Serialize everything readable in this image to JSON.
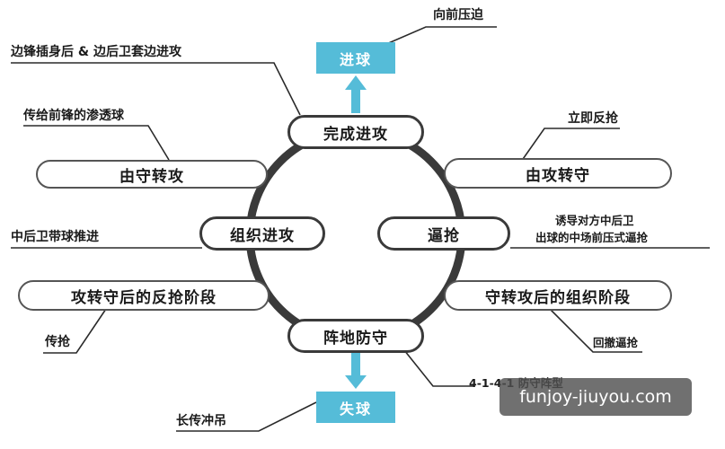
{
  "cycle": {
    "top": "完成进攻",
    "left": "组织进攻",
    "right": "逼抢",
    "bottom": "阵地防守"
  },
  "phases": {
    "attack_to_defense": "由攻转守",
    "defense_to_attack": "由守转攻",
    "counterpress_phase": "攻转守后的反抢阶段",
    "buildup_phase": "守转攻后的组织阶段"
  },
  "outcomes": {
    "goal": "进球",
    "loss": "失球"
  },
  "notes": {
    "forward_press": "向前压迫",
    "fullback_overlap": "边锋插身后 & 边后卫套边进攻",
    "through_ball": "传给前锋的渗透球",
    "immediate_counterpress": "立即反抢",
    "cb_carry": "中后卫带球推进",
    "induce_line1": "诱导对方中后卫",
    "induce_line2": "出球的中场前压式逼抢",
    "pass_press": "传抢",
    "retreat_press": "回撤逼抢",
    "formation": "4-1-4-1 防守阵型",
    "long_ball": "长传冲吊"
  },
  "watermark": "funjoy-jiuyou.com",
  "colors": {
    "ring": "#3a3a3a",
    "outcome_box": "#55bcd8",
    "arrow": "#55bcd8",
    "leader_line": "#2a2a2a"
  }
}
